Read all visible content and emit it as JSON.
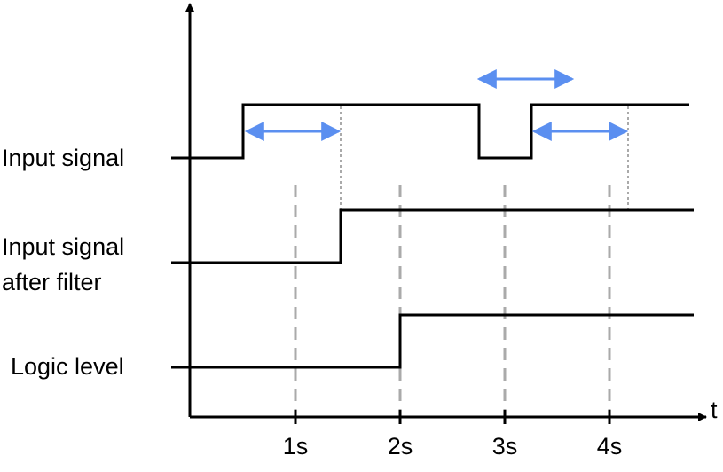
{
  "signals": [
    {
      "label": "Input signal"
    },
    {
      "label_line1": "Input signal",
      "label_line2": "after filter"
    },
    {
      "label": "Logic level"
    }
  ],
  "axis": {
    "x_label": "t",
    "ticks": [
      "1s",
      "2s",
      "3s",
      "4s"
    ]
  },
  "colors": {
    "signal": "#000000",
    "arrow": "#5b8ff0",
    "guide": "#aaaaaa"
  }
}
